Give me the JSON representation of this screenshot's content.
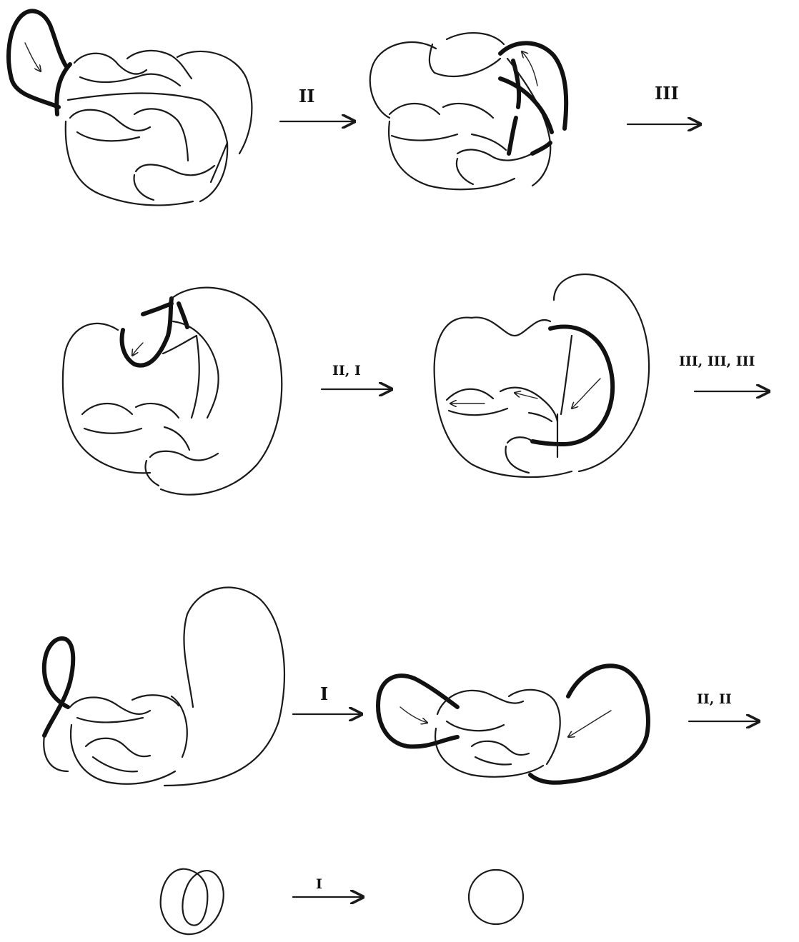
{
  "moves": [
    {
      "id": "move-1",
      "label": "II"
    },
    {
      "id": "move-2",
      "label": "III"
    },
    {
      "id": "move-3",
      "label": "II, I"
    },
    {
      "id": "move-4",
      "label": "III, III, III"
    },
    {
      "id": "move-5",
      "label": "I"
    },
    {
      "id": "move-6",
      "label": "II, II"
    },
    {
      "id": "move-7",
      "label": "I"
    }
  ],
  "ink_color": "#1a1a1a"
}
